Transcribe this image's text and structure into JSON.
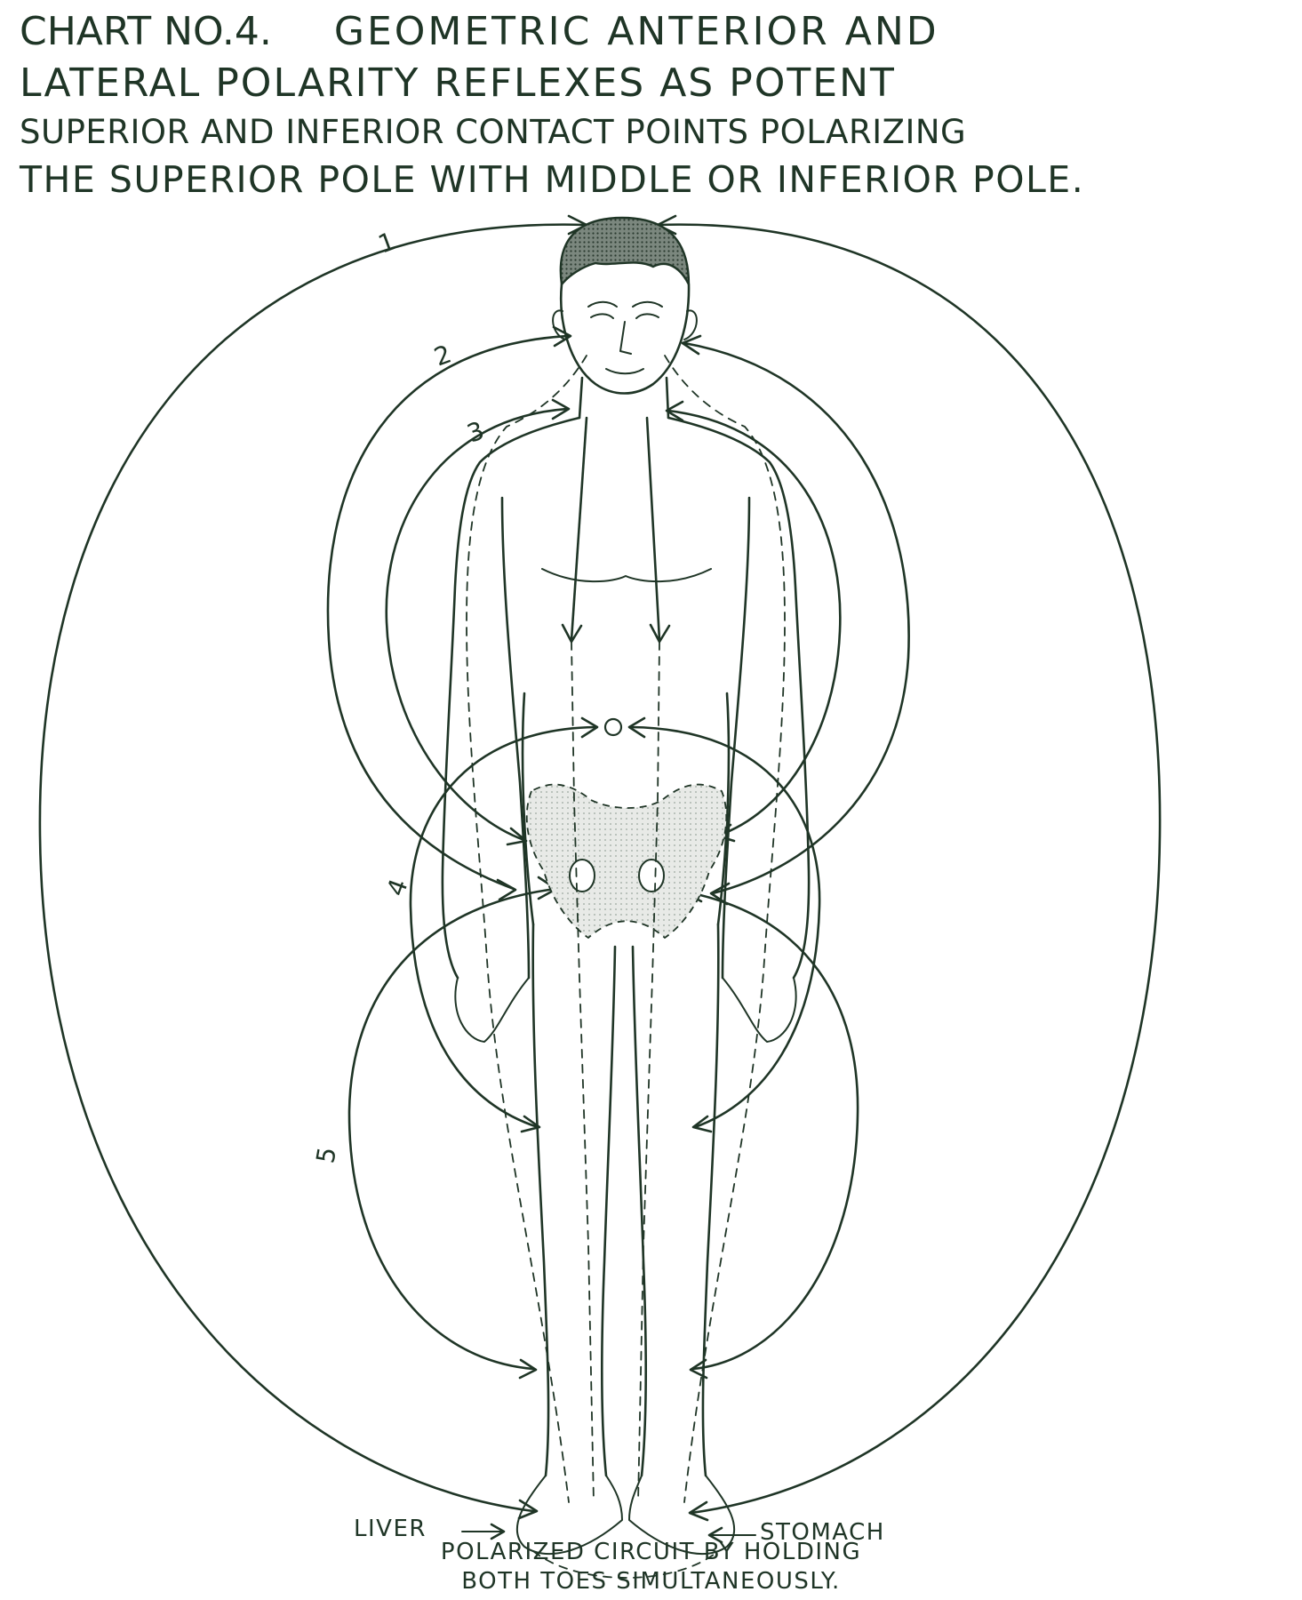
{
  "title": {
    "chart_number": "CHART NO.4.",
    "line1": "GEOMETRIC ANTERIOR AND",
    "line2": "LATERAL POLARITY REFLEXES AS POTENT",
    "line3": "SUPERIOR AND INFERIOR CONTACT POINTS POLARIZING",
    "line4": "THE SUPERIOR POLE WITH MIDDLE OR INFERIOR POLE."
  },
  "arc_labels": [
    "1",
    "2",
    "3",
    "4",
    "5"
  ],
  "labels": {
    "liver": "LIVER",
    "stomach": "STOMACH"
  },
  "caption": {
    "line1": "POLARIZED CIRCUIT BY HOLDING",
    "line2": "BOTH TOES SIMULTANEOUSLY."
  },
  "colors": {
    "ink": "#1f3526",
    "pelvis_fill": "#e4e6e3",
    "hair_fill": "#5d6a60",
    "background": "#ffffff"
  }
}
